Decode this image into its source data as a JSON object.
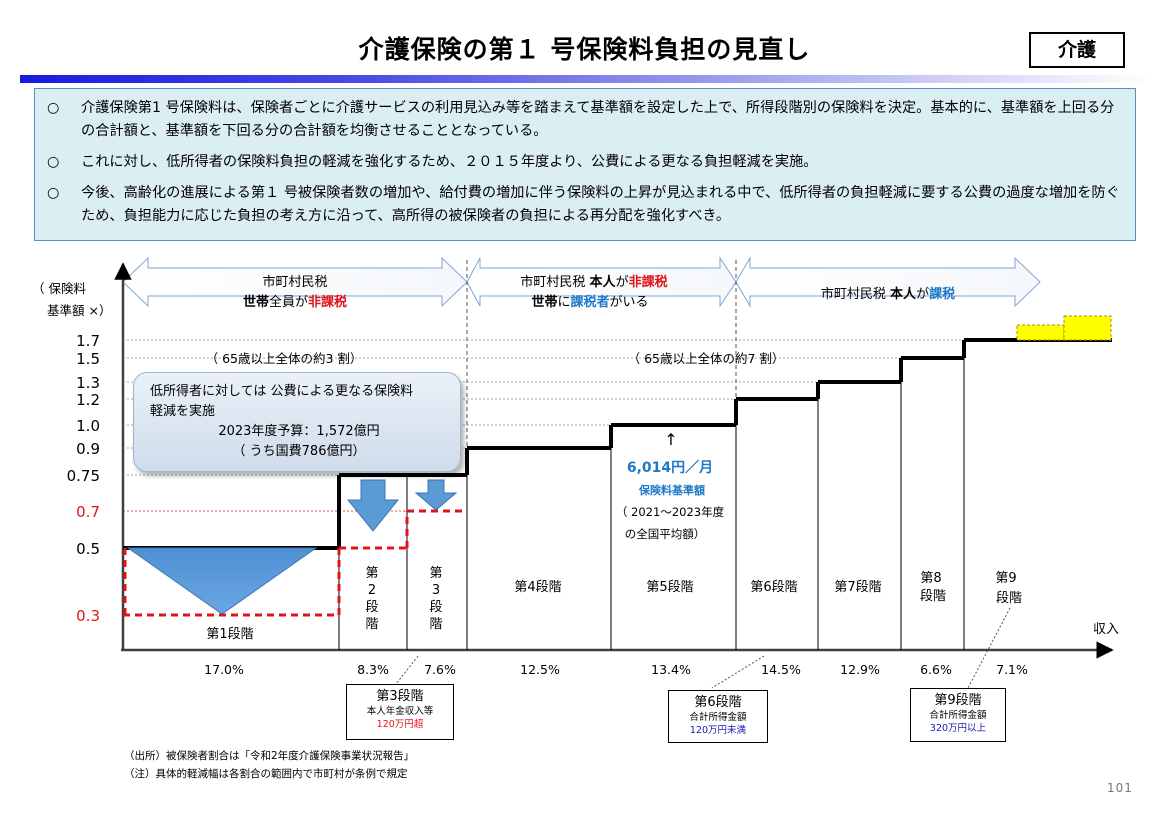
{
  "title": "介護保険の第１ 号保険料負担の見直し",
  "tag": "介護",
  "summary": {
    "mark": "○",
    "bullets": [
      "介護保険第1 号保険料は、保険者ごとに介護サービスの利用見込み等を踏まえて基準額を設定した上で、所得段階別の保険料を決定。基本的に、基準額を上回る分の合計額と、基準額を下回る分の合計額を均衡させることとなっている。",
      "これに対し、低所得者の保険料負担の軽減を強化するため、２０１５年度より、公費による更なる負担軽減を実施。",
      "今後、高齢化の進展による第１ 号被保険者数の増加や、給付費の増加に伴う保険料の上昇が見込まれる中で、低所得者の負担軽減に要する公費の過度な増加を防ぐため、負担能力に応じた負担の考え方に沿って、高所得の被保険者の負担による再分配を強化すべき。"
    ]
  },
  "chart": {
    "y_axis_label_1": "（ 保険料",
    "y_axis_label_2": "基準額 ×）",
    "x_axis_label": "収入",
    "y_ticks": [
      {
        "label": "1.7",
        "value": 1.7,
        "color": "#000000"
      },
      {
        "label": "1.5",
        "value": 1.5,
        "color": "#000000"
      },
      {
        "label": "1.3",
        "value": 1.3,
        "color": "#000000"
      },
      {
        "label": "1.2",
        "value": 1.2,
        "color": "#000000"
      },
      {
        "label": "1.0",
        "value": 1.0,
        "color": "#000000"
      },
      {
        "label": "0.9",
        "value": 0.9,
        "color": "#000000"
      },
      {
        "label": "0.75",
        "value": 0.75,
        "color": "#000000"
      },
      {
        "label": "0.7",
        "value": 0.7,
        "color": "#e0151b"
      },
      {
        "label": "0.5",
        "value": 0.5,
        "color": "#000000"
      },
      {
        "label": "0.3",
        "value": 0.3,
        "color": "#e0151b"
      }
    ],
    "stages": [
      {
        "label": "第1段階",
        "base": 0.5,
        "reduced": 0.3,
        "share": "17.0%"
      },
      {
        "label": "第2段階",
        "base": 0.75,
        "reduced": 0.5,
        "share": "8.3%"
      },
      {
        "label": "第3段階",
        "base": 0.75,
        "reduced": 0.7,
        "share": "7.6%"
      },
      {
        "label": "第4段階",
        "base": 0.9,
        "share": "12.5%"
      },
      {
        "label": "第5段階",
        "base": 1.0,
        "share": "13.4%"
      },
      {
        "label": "第6段階",
        "base": 1.2,
        "share": "14.5%"
      },
      {
        "label": "第7段階",
        "base": 1.3,
        "share": "12.9%"
      },
      {
        "label": "第8段階",
        "base": 1.5,
        "share": "6.6%"
      },
      {
        "label": "第9段階",
        "base": 1.7,
        "share": "7.1%"
      }
    ],
    "stage_label_chars": {
      "s2": [
        "第",
        "2",
        "段",
        "階"
      ],
      "s3": [
        "第",
        "3",
        "段",
        "階"
      ],
      "s8": [
        "第8",
        "段階"
      ],
      "s9": [
        "第9",
        "段階"
      ]
    },
    "groups": [
      {
        "line1": "市町村民税",
        "line2_a": "世帯",
        "line2_b": "全員が",
        "line2_c": "非課税"
      },
      {
        "line1_a": "市町村民税 ",
        "line1_b": "本人",
        "line1_c": "が",
        "line1_d": "非課税",
        "line2_a": "世帯",
        "line2_b": "に",
        "line2_c": "課税者",
        "line2_d": "がいる"
      },
      {
        "line1_a": "市町村民税 ",
        "line1_b": "本人",
        "line1_c": "が",
        "line1_d": "課税"
      }
    ],
    "share_note_low": "（ 65歳以上全体の約3 割）",
    "share_note_high": "（ 65歳以上全体の約7 割）",
    "standard_amount": "6,014円／月",
    "standard_label": "保険料基準額",
    "standard_period_1": "（ 2021～2023年度",
    "standard_period_2": "の全国平均額）",
    "callout": {
      "line1": "低所得者に対しては 公費による更なる保険料",
      "line2": "軽減を実施",
      "line3": "2023年度予算：1,572億円",
      "line4": "（ うち国費786億円）"
    },
    "info_boxes": [
      {
        "title": "第3段階",
        "sub": "本人年金収入等",
        "value": "120万円超",
        "value_color": "#e0151b"
      },
      {
        "title": "第6段階",
        "sub": "合計所得金額",
        "value": "120万円未満",
        "value_color": "#1a1ab4"
      },
      {
        "title": "第9段階",
        "sub": "合計所得金額",
        "value": "320万円以上",
        "value_color": "#1a1ab4"
      }
    ],
    "colors": {
      "red": "#e0151b",
      "blue": "#1f78c8",
      "axis": "#404040",
      "arrow": "#5b9bd5",
      "yellow": "#ffff00"
    }
  },
  "notes": [
    "（出所）被保険者割合は「令和2年度介護保険事業状況報告」",
    "（注）具体的軽減幅は各割合の範囲内で市町村が条例で規定"
  ],
  "page_number": "101"
}
